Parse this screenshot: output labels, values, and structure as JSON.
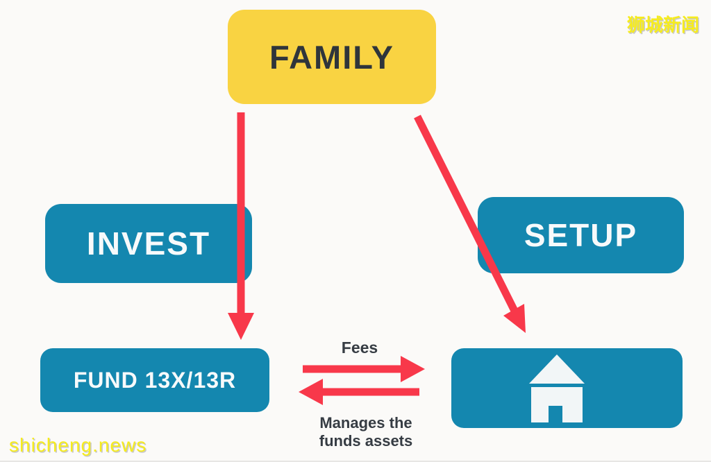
{
  "colors": {
    "bg": "#FBFAF8",
    "box_teal": "#1487AF",
    "box_yellow": "#F9D342",
    "arrow_red": "#F8384A",
    "text_dark": "#363C43",
    "text_light": "#F7FAFB",
    "watermark_yellow": "#F6EC1E"
  },
  "nodes": {
    "family": {
      "label": "FAMILY"
    },
    "invest": {
      "label": "INVEST"
    },
    "setup": {
      "label": "SETUP"
    },
    "fund": {
      "label": "FUND 13X/13R"
    },
    "house": {
      "icon": "house-icon"
    }
  },
  "labels": {
    "fees": "Fees",
    "manages_line1": "Manages the",
    "manages_line2": "funds assets"
  },
  "watermarks": {
    "top_right": "狮城新闻",
    "bottom_left": "shicheng.news"
  }
}
